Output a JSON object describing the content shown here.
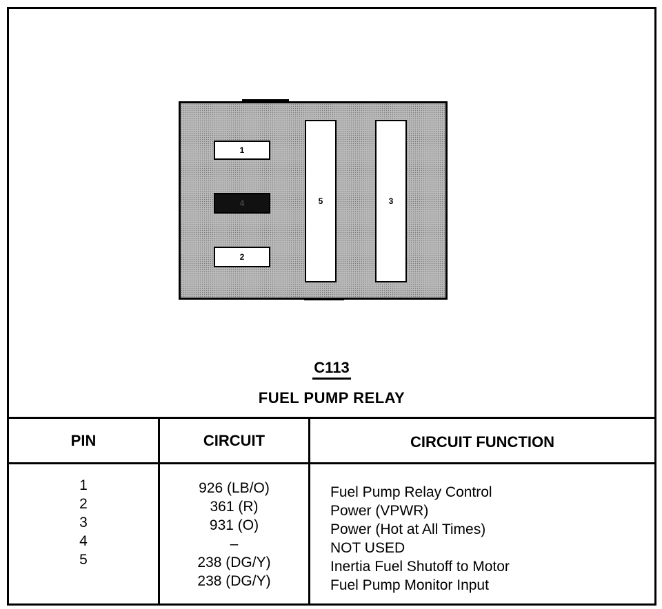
{
  "connector": {
    "id": "C113",
    "name": "FUEL PUMP RELAY",
    "pins": {
      "p1": "1",
      "p4": "4",
      "p2": "2",
      "p5": "5",
      "p3": "3"
    }
  },
  "table": {
    "headers": {
      "pin": "PIN",
      "circuit": "CIRCUIT",
      "function": "CIRCUIT FUNCTION"
    },
    "pin_col": [
      "1",
      "2",
      "3",
      "4",
      "5"
    ],
    "circuit_col": [
      "926 (LB/O)",
      "361 (R)",
      "931 (O)",
      "–",
      "238 (DG/Y)",
      "238 (DG/Y)"
    ],
    "function_col": [
      "Fuel Pump Relay Control",
      "Power (VPWR)",
      "Power (Hot at All Times)",
      "NOT USED",
      "Inertia Fuel Shutoff to Motor",
      "Fuel Pump Monitor Input"
    ]
  }
}
